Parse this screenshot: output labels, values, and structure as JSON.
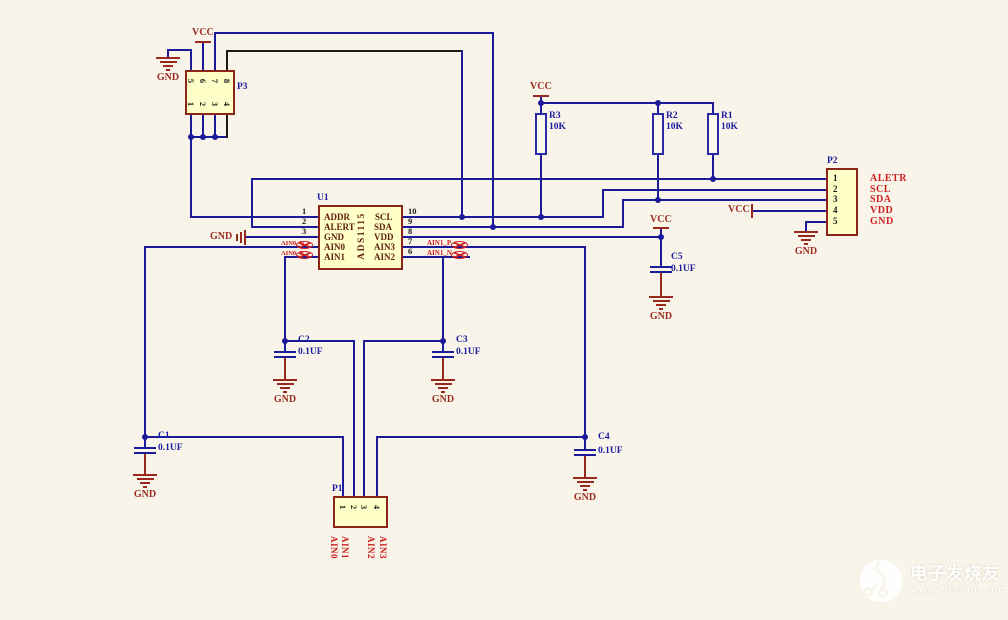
{
  "power": {
    "vcc": "VCC",
    "gnd": "GND"
  },
  "u1": {
    "ref": "U1",
    "part": "ADS1115",
    "left_pin_numbers": [
      "1",
      "2",
      "3"
    ],
    "left_names": [
      "ADDR",
      "ALERT",
      "GND",
      "AIN0",
      "AIN1"
    ],
    "right_pin_numbers": [
      "10",
      "9",
      "8",
      "7",
      "6"
    ],
    "right_names": [
      "SCL",
      "SDA",
      "VDD",
      "AIN3",
      "AIN2"
    ]
  },
  "p3": {
    "ref": "P3",
    "top": [
      "5",
      "6",
      "7",
      "8"
    ],
    "bottom": [
      "1",
      "2",
      "3",
      "4"
    ]
  },
  "p2": {
    "ref": "P2",
    "nums": [
      "1",
      "2",
      "3",
      "4",
      "5"
    ],
    "nets": [
      "ALETR",
      "SCL",
      "SDA",
      "VDD",
      "GND"
    ]
  },
  "p1": {
    "ref": "P1",
    "nums": [
      "1",
      "2",
      "3",
      "4"
    ],
    "nets": [
      "AIN0",
      "AIN1",
      "AIN2",
      "AIN3"
    ]
  },
  "resistors": [
    {
      "ref": "R3",
      "val": "10K"
    },
    {
      "ref": "R2",
      "val": "10K"
    },
    {
      "ref": "R1",
      "val": "10K"
    }
  ],
  "capacitors": [
    {
      "ref": "C1",
      "val": "0.1UF"
    },
    {
      "ref": "C2",
      "val": "0.1UF"
    },
    {
      "ref": "C3",
      "val": "0.1UF"
    },
    {
      "ref": "C4",
      "val": "0.1UF"
    },
    {
      "ref": "C5",
      "val": "0.1UF"
    }
  ],
  "ports": {
    "ain0_n": "AIN0_N",
    "ain0_p": "AIN0_P",
    "ain1_p": "AIN1_P",
    "ain1_n": "AIN1_N"
  },
  "watermark": {
    "name": "电子发烧友",
    "url": "www.elecfans.com"
  }
}
